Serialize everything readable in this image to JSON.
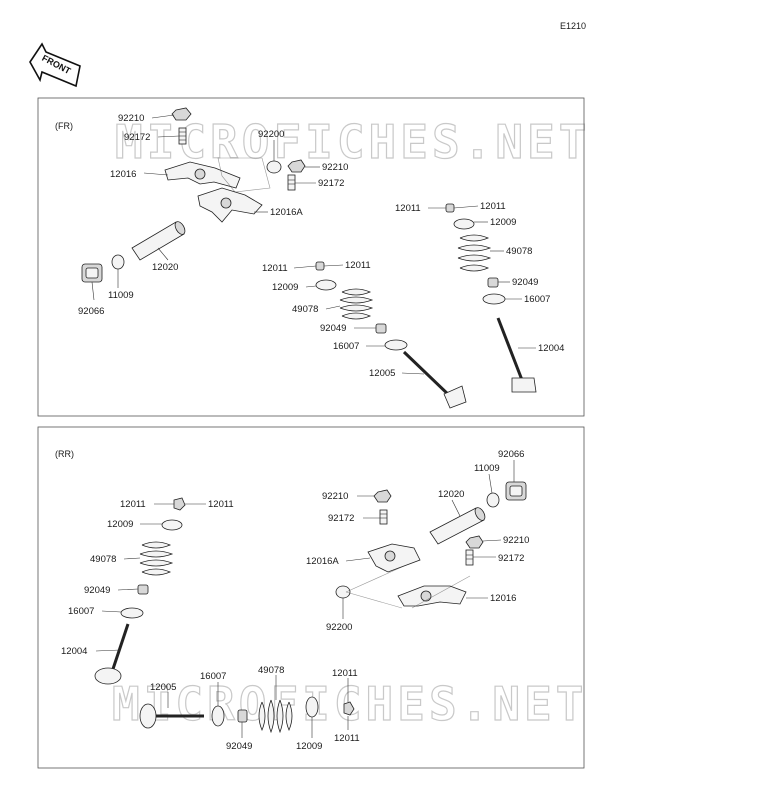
{
  "figure_code": "E1210",
  "front_label": "FRONT",
  "watermark": "MICROFICHES.NET",
  "sections": {
    "fr": {
      "label": "(FR)",
      "callouts": {
        "c92210a": "92210",
        "c92172a": "92172",
        "c92200": "92200",
        "c92210b": "92210",
        "c92172b": "92172",
        "c12016": "12016",
        "c12016a": "12016A",
        "c12020": "12020",
        "c11009": "11009",
        "c92066": "92066",
        "c12011l1": "12011",
        "c12011l2": "12011",
        "c12009l": "12009",
        "c49078l": "49078",
        "c92049l": "92049",
        "c16007l": "16007",
        "c12005": "12005",
        "c12011r1": "12011",
        "c12011r2": "12011",
        "c12009r": "12009",
        "c49078r": "49078",
        "c92049r": "92049",
        "c16007r": "16007",
        "c12004": "12004"
      }
    },
    "rr": {
      "label": "(RR)",
      "callouts": {
        "c12011a": "12011",
        "c12011b": "12011",
        "c12009a": "12009",
        "c49078a": "49078",
        "c92049a": "92049",
        "c16007a": "16007",
        "c12004": "12004",
        "c12005": "12005",
        "c16007b": "16007",
        "c49078b": "49078",
        "c92049b": "92049",
        "c12009b": "12009",
        "c12011c": "12011",
        "c12011d": "12011",
        "c92210a": "92210",
        "c92172a": "92172",
        "c12016a": "12016A",
        "c92200": "92200",
        "c12020": "12020",
        "c11009": "11009",
        "c92066": "92066",
        "c92210b": "92210",
        "c92172b": "92172",
        "c12016": "12016"
      }
    }
  }
}
